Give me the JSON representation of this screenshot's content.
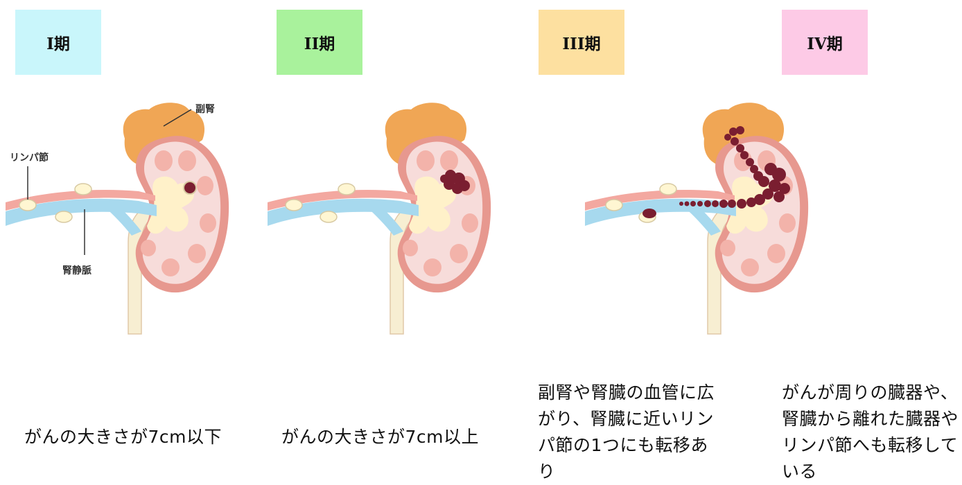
{
  "stages": [
    {
      "label": "I期",
      "color": "#c9f6fb",
      "caption": "がんの大きさが7cm以下"
    },
    {
      "label": "II期",
      "color": "#a9f29c",
      "caption": "がんの大きさが7cm以上"
    },
    {
      "label": "III期",
      "color": "#fde0a0",
      "caption": "副腎や腎臓の血管に広がり、腎臓に近いリンパ節の1つにも転移あり"
    },
    {
      "label": "IV期",
      "color": "#fdcae6",
      "caption": "がんが周りの臓器や、腎臓から離れた臓器やリンパ節へも転移している"
    }
  ],
  "labels": {
    "adrenal": "副腎",
    "lymph_node": "リンパ節",
    "renal_vein": "腎静脈"
  },
  "colors": {
    "adrenal": "#f0a655",
    "kidney_outer": "#e7988f",
    "kidney_cortex": "#f7dcda",
    "pyramid": "#f3b3aa",
    "pelvis": "#fff1c9",
    "vein": "#a7d9ee",
    "artery": "#f3a8a0",
    "node": "#fff6d2",
    "tumor": "#7a1e30"
  }
}
